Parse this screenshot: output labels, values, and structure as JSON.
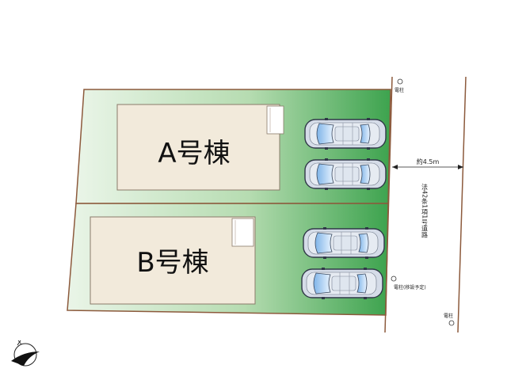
{
  "lots": {
    "a": {
      "label": "A号棟"
    },
    "b": {
      "label": "B号棟"
    }
  },
  "poles": {
    "top": "電柱",
    "relocate": "電柱(移設予定)",
    "bottom": "電柱"
  },
  "road": {
    "width": "約4.5m",
    "type": "法42条1項1号道路"
  },
  "colors": {
    "lot_light": "#e9f4e7",
    "lot_dark": "#3aa34d",
    "boundary": "#8c5a3c",
    "building": "#f2eadb",
    "car_body": "#c9d3e1"
  },
  "icons": [
    "utility-pole-icon",
    "compass-icon",
    "car-icon",
    "dimension-arrow-icon"
  ]
}
